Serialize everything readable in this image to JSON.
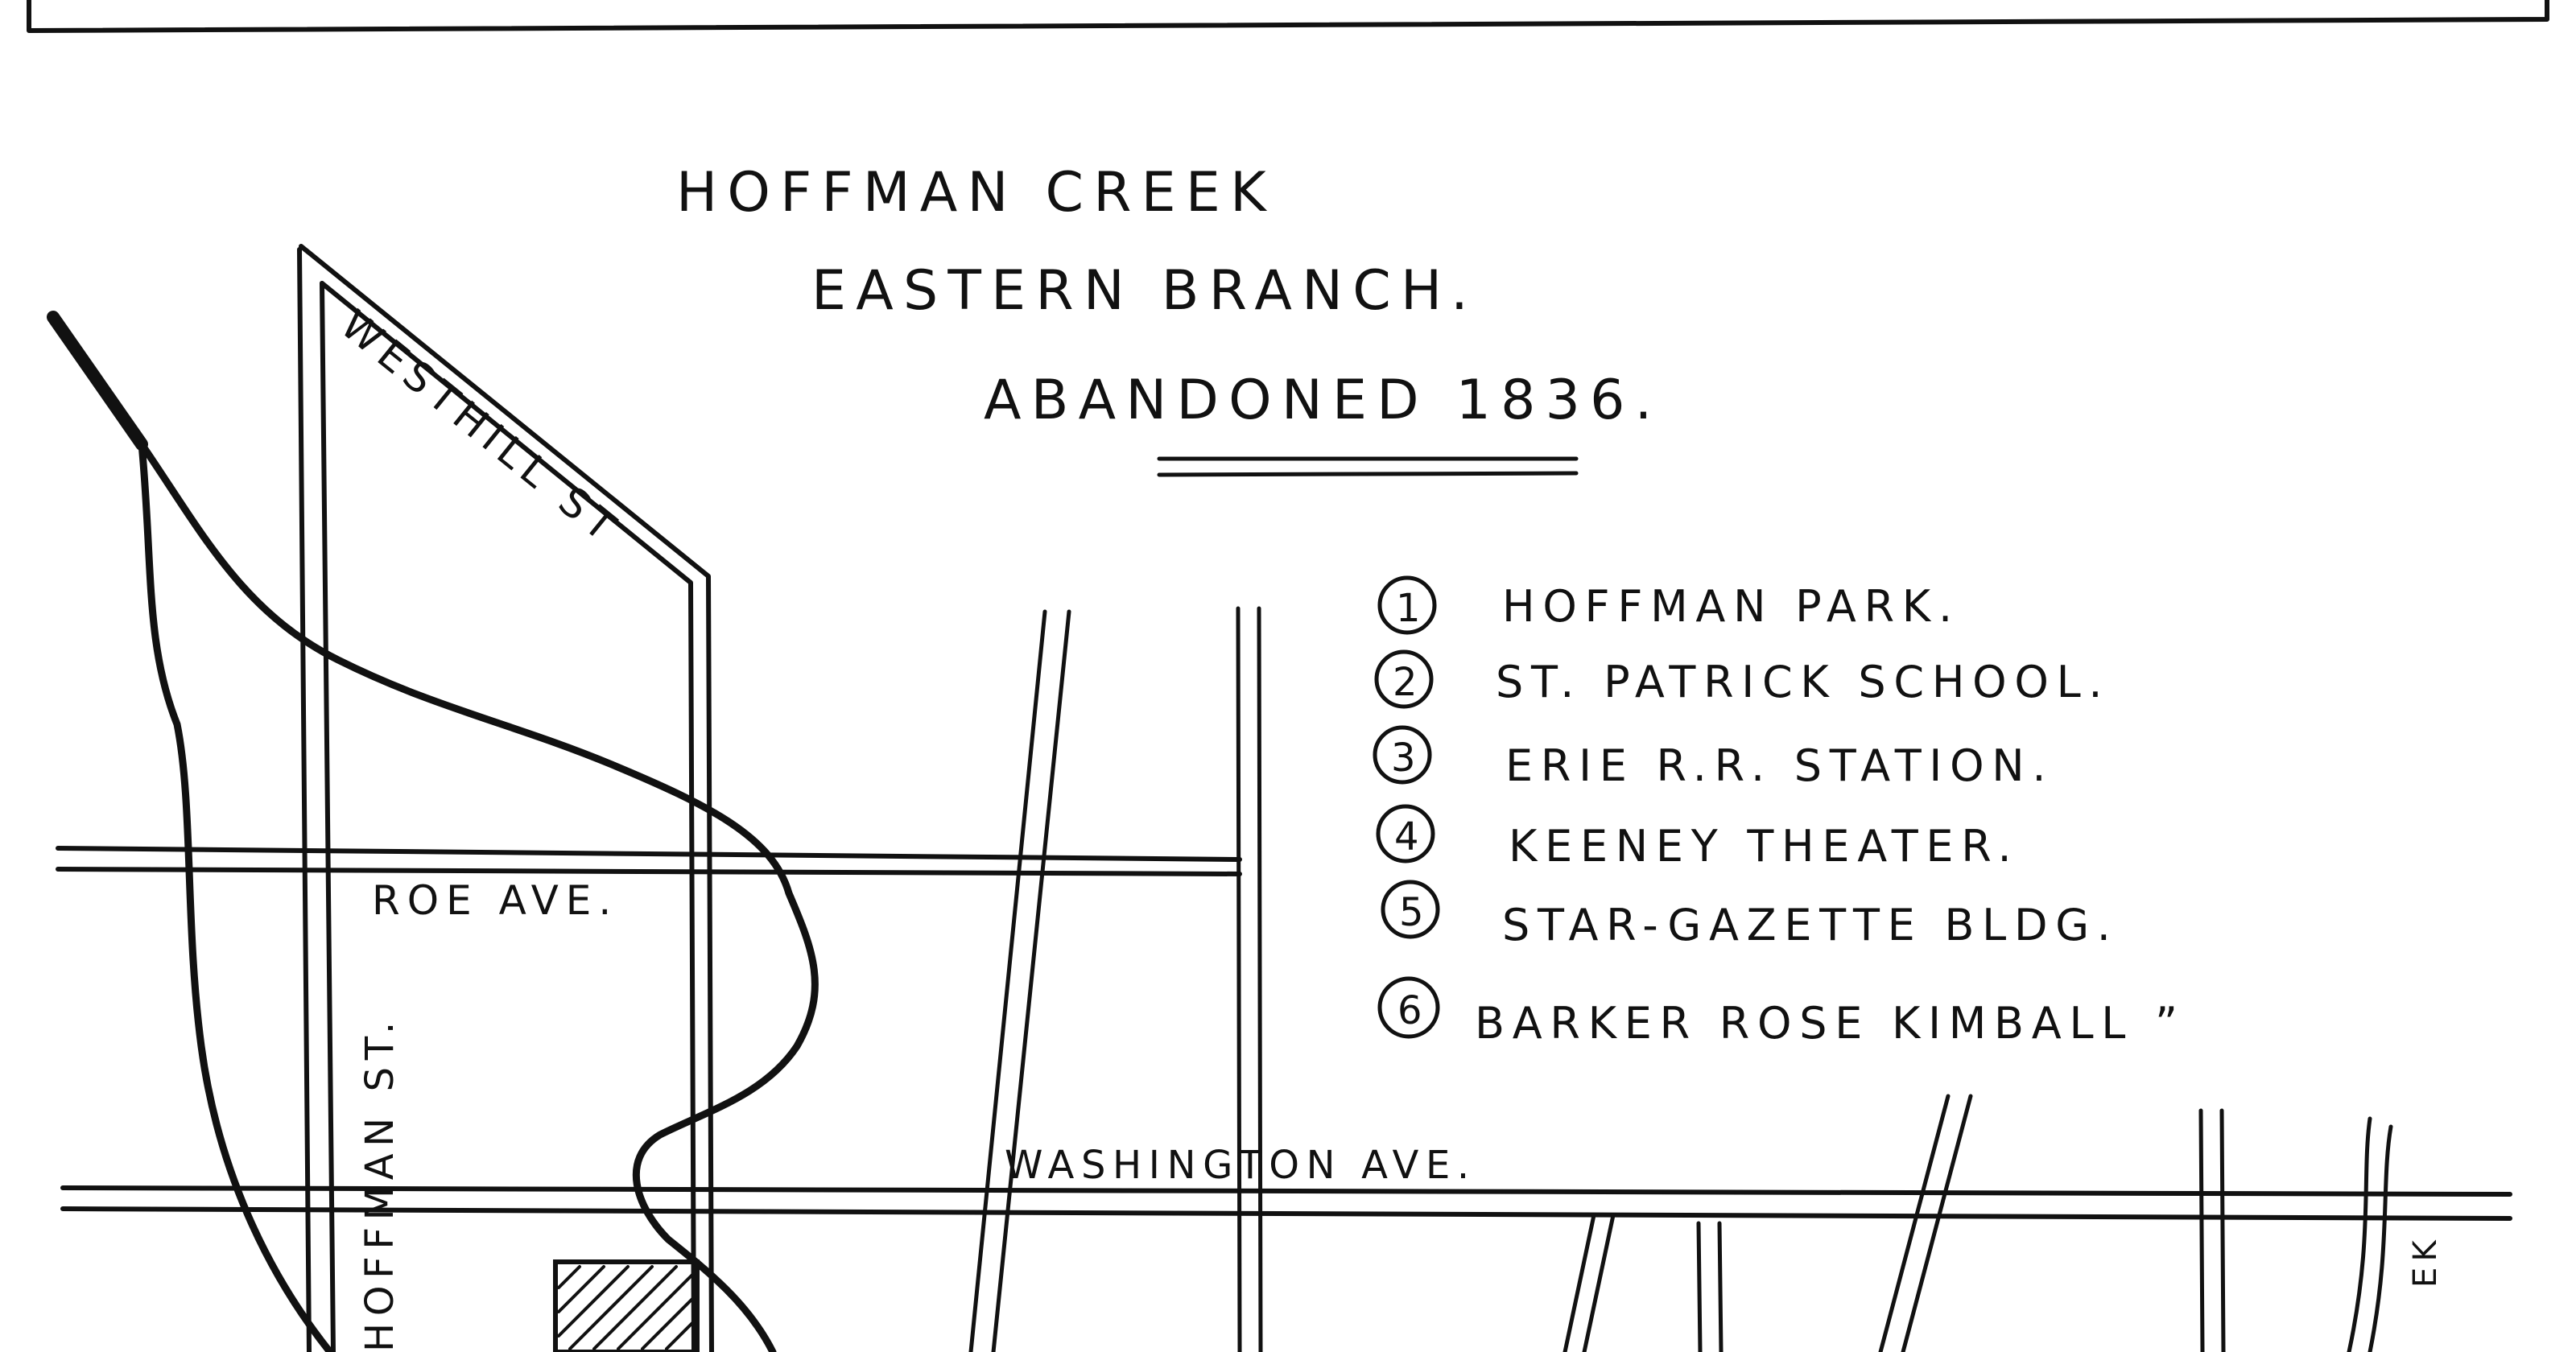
{
  "title": {
    "line1": "HOFFMAN  CREEK",
    "line2": "EASTERN  BRANCH.",
    "line3": "ABANDONED  1836."
  },
  "streets": {
    "westhill": "WESTHILL ST",
    "roe": "ROE AVE.",
    "hoffman": "HOFFMAN ST.",
    "washington": "WASHINGTON  AVE."
  },
  "legend": [
    {
      "number": "1",
      "label": "HOFFMAN  PARK."
    },
    {
      "number": "2",
      "label": "ST. PATRICK  SCHOOL."
    },
    {
      "number": "3",
      "label": "ERIE  R.R.  STATION."
    },
    {
      "number": "4",
      "label": "KEENEY  THEATER."
    },
    {
      "number": "5",
      "label": "STAR-GAZETTE  BLDG."
    },
    {
      "number": "6",
      "label": "BARKER ROSE KIMBALL  ”"
    }
  ],
  "edge_label": "EK",
  "colors": {
    "ink": "#111111",
    "paper": "#ffffff"
  }
}
